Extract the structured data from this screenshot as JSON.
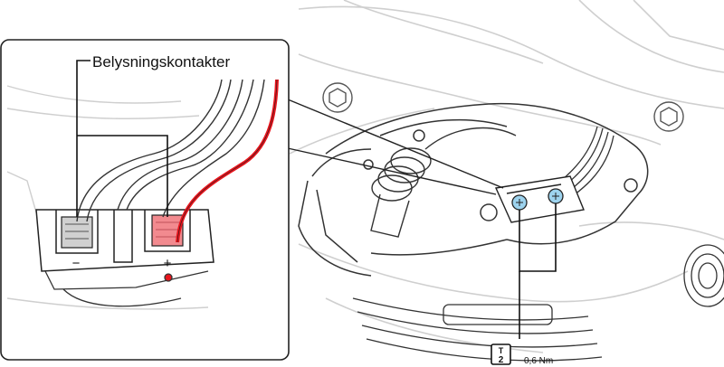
{
  "inset": {
    "callout_label": "Belysningskontakter",
    "minus_symbol": "−",
    "plus_symbol": "+"
  },
  "torque": {
    "tool_digit_top": "T",
    "tool_digit_bottom": "2",
    "value_label": "0,6 Nm"
  },
  "colors": {
    "wire_red": "#e8141c",
    "terminal_pink": "#f28a8f",
    "screw_blue": "#9dd3ee",
    "line": "#222222",
    "faint_line": "#bdbdbd"
  },
  "icons": {
    "tool": "torque-wrench-icon",
    "screw": "torx-screw-icon"
  }
}
